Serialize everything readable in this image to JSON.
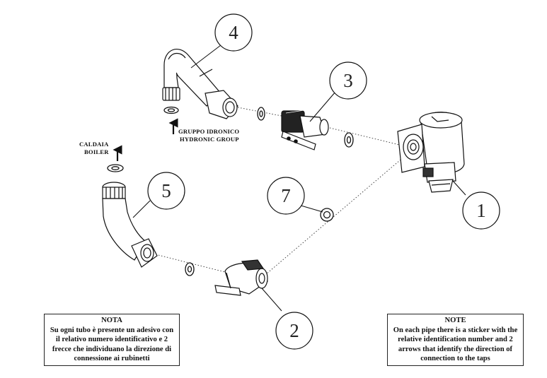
{
  "callouts": {
    "n1": "1",
    "n2": "2",
    "n3": "3",
    "n4": "4",
    "n5": "5",
    "n7": "7"
  },
  "labels": {
    "hydronic_it": "GRUPPO IDRONICO",
    "hydronic_en": "HYDRONIC GROUP",
    "boiler_it": "CALDAIA",
    "boiler_en": "BOILER"
  },
  "notes": {
    "it": {
      "title": "NOTA",
      "body": "Su ogni tubo è presente un adesivo con il relativo numero identificativo e 2 frecce che individuano la direzione di connessione ai rubinetti"
    },
    "en": {
      "title": "NOTE",
      "body": "On each pipe there is a sticker with the relative identification number and 2 arrows that identify the direction of connection to the taps"
    }
  }
}
